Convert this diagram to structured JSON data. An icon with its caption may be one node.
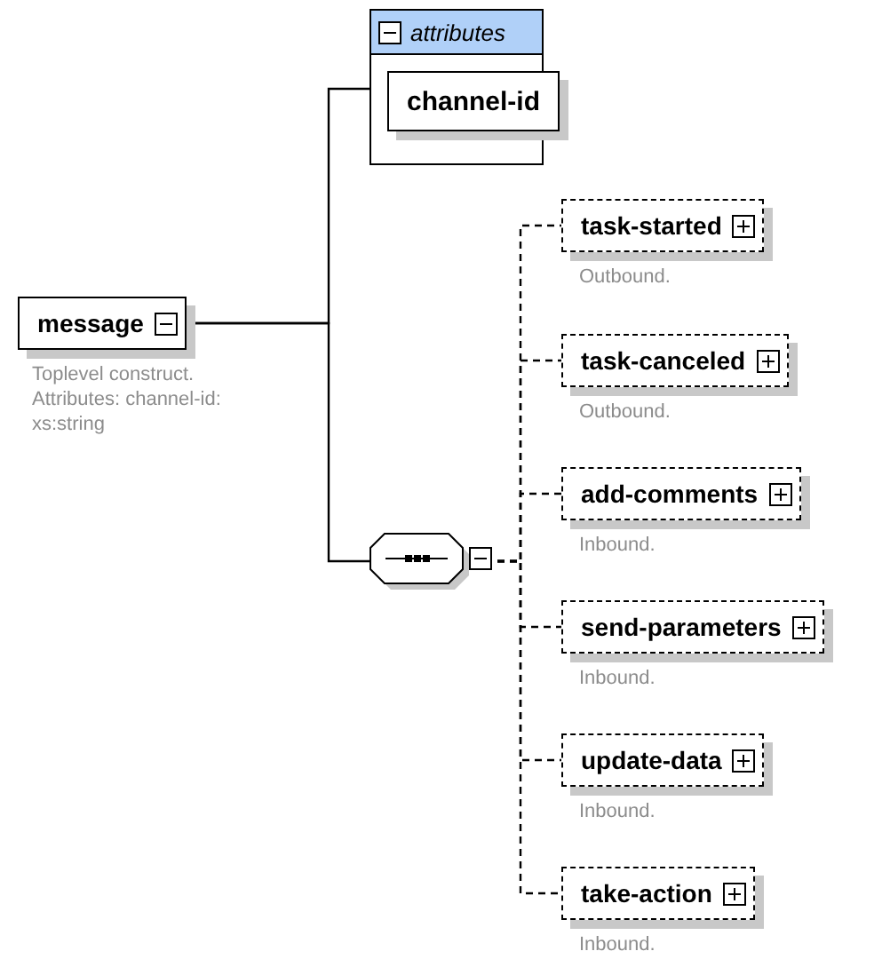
{
  "diagram": {
    "nodes": [
      {
        "text": [
          "message"
        ],
        "beside": [
          "Toplevel construct. Attributes: channel-id: xs:string"
        ]
      },
      {
        "text": [
          "attributes"
        ]
      },
      {
        "text": [
          "channel-id"
        ],
        "in": 1
      },
      {
        "text": [],
        "shape": "octagon"
      },
      {
        "text": [
          "task-started"
        ],
        "beside": [
          "Outbound."
        ]
      },
      {
        "text": [
          "task-canceled"
        ],
        "beside": [
          "Outbound."
        ]
      },
      {
        "text": [
          "add-comments"
        ],
        "beside": [
          "Inbound."
        ]
      },
      {
        "text": [
          "send-parameters"
        ],
        "beside": [
          "Inbound."
        ]
      },
      {
        "text": [
          "update-data"
        ],
        "beside": [
          "Inbound."
        ]
      },
      {
        "text": [
          "take-action"
        ],
        "beside": [
          "Inbound."
        ]
      }
    ],
    "edges": [
      {
        "from": 0,
        "to": 1,
        "arrow": "none"
      },
      {
        "from": 0,
        "to": 3,
        "arrow": "none"
      },
      {
        "from": 3,
        "to": 4,
        "arrow": "none",
        "style": "dashed"
      },
      {
        "from": 3,
        "to": 5,
        "arrow": "none",
        "style": "dashed"
      },
      {
        "from": 3,
        "to": 6,
        "arrow": "none",
        "style": "dashed"
      },
      {
        "from": 3,
        "to": 7,
        "arrow": "none",
        "style": "dashed"
      },
      {
        "from": 3,
        "to": 8,
        "arrow": "none",
        "style": "dashed"
      },
      {
        "from": 3,
        "to": 9,
        "arrow": "none",
        "style": "dashed"
      }
    ]
  }
}
